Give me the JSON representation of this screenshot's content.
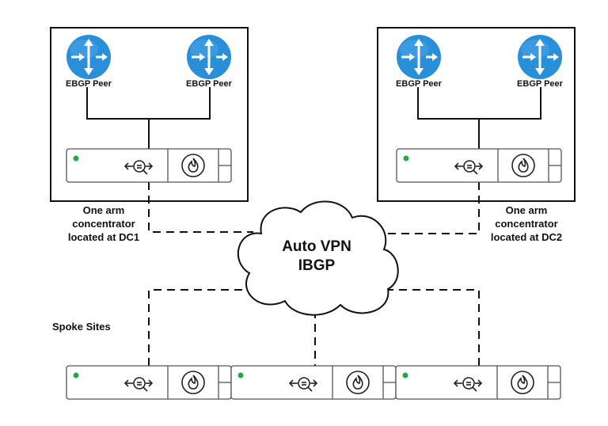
{
  "colors": {
    "router_fill": "#2a8fd9",
    "router_highlight": "#5fb3ef",
    "status_led": "#28a745",
    "line": "#111111",
    "appliance_fill": "#ffffff",
    "appliance_stroke": "#555555"
  },
  "icons": {
    "router": "router-icon",
    "vpn": "vpn-tunnel-icon",
    "firewall": "firewall-flame-icon",
    "cloud": "cloud-icon",
    "led": "status-led-icon"
  },
  "dc1": {
    "peer_left_label": "EBGP Peer",
    "peer_right_label": "EBGP Peer",
    "concentrator_label": [
      "One arm",
      "concentrator",
      "located at DC1"
    ]
  },
  "dc2": {
    "peer_left_label": "EBGP Peer",
    "peer_right_label": "EBGP Peer",
    "concentrator_label": [
      "One arm",
      "concentrator",
      "located at DC2"
    ]
  },
  "cloud": {
    "line1": "Auto VPN",
    "line2": "IBGP"
  },
  "spokes": {
    "label": "Spoke Sites"
  }
}
